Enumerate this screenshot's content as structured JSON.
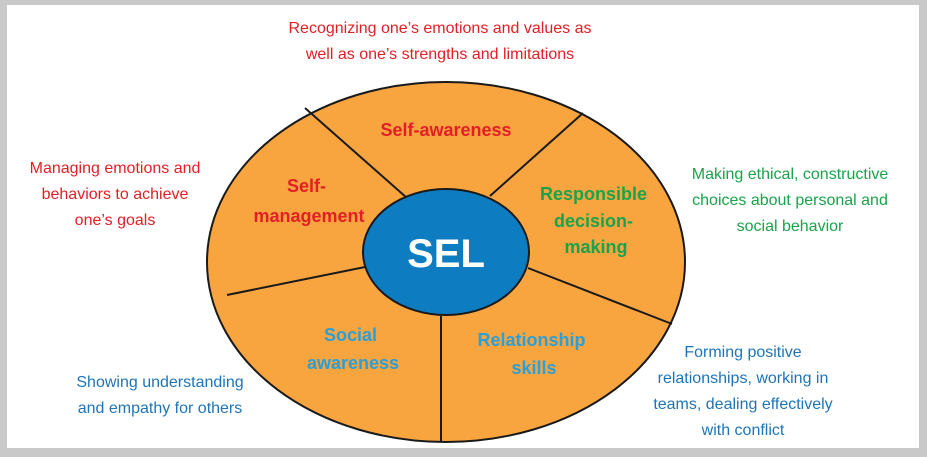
{
  "center": {
    "label": "SEL"
  },
  "segments": [
    {
      "id": "self-awareness",
      "lines": [
        "Self-awareness"
      ]
    },
    {
      "id": "self-management",
      "lines": [
        "Self-",
        "management"
      ]
    },
    {
      "id": "responsible-decision-making",
      "lines": [
        "Responsible",
        "decision-",
        "making"
      ]
    },
    {
      "id": "social-awareness",
      "lines": [
        "Social",
        "awareness"
      ]
    },
    {
      "id": "relationship-skills",
      "lines": [
        "Relationship",
        "skills"
      ]
    }
  ],
  "descriptions": {
    "self_awareness": [
      "Recognizing one’s emotions and values as",
      "well as one’s strengths and limitations"
    ],
    "self_management": [
      "Managing emotions and",
      "behaviors to achieve",
      "one’s goals"
    ],
    "responsible_decision_making": [
      "Making ethical, constructive",
      "choices about personal and",
      "social behavior"
    ],
    "social_awareness": [
      "Showing understanding",
      "and empathy for others"
    ],
    "relationship_skills": [
      "Forming positive",
      "relationships, working in",
      "teams, dealing effectively",
      "with conflict"
    ]
  },
  "colors": {
    "segment_fill": "#f8a540",
    "center_fill": "#0e7cc1",
    "red_text": "#e21f26",
    "green_text": "#1aa34a",
    "blue_text": "#1f74b8",
    "light_blue_text": "#2a9fd8"
  }
}
